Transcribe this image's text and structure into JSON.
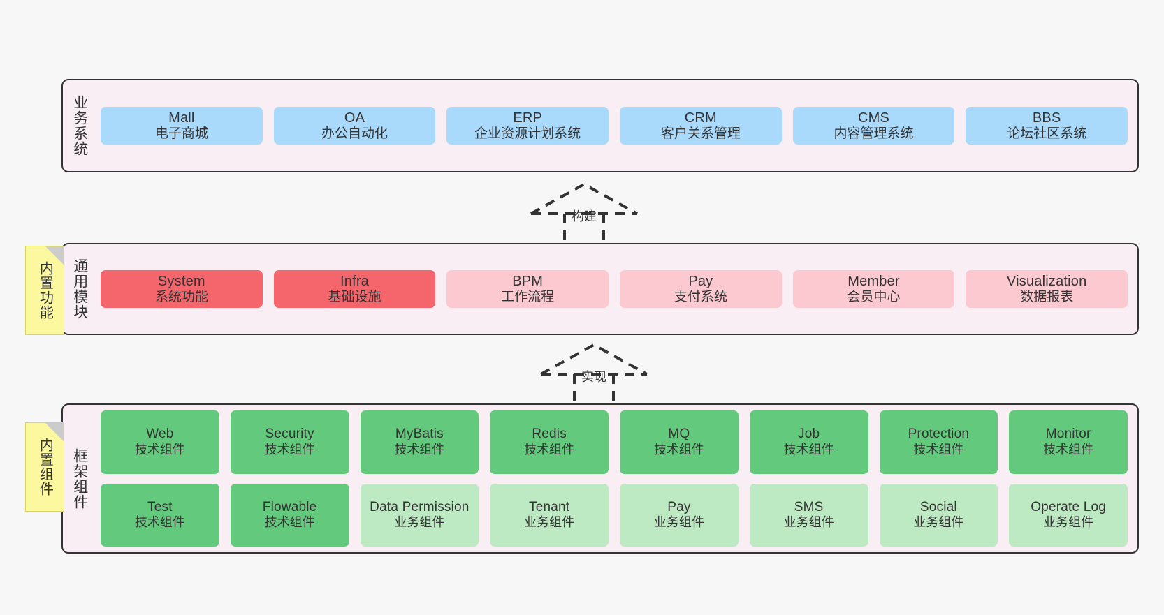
{
  "diagram": {
    "background_color": "#f7f7f7",
    "layer_background_color": "#faeef5",
    "layer_border_color": "#333333"
  },
  "notes": [
    {
      "name": "builtin-functions",
      "label": "内置功能",
      "color": "#fbf8a0"
    },
    {
      "name": "builtin-components",
      "label": "内置组件",
      "color": "#fbf8a0"
    }
  ],
  "connectors": [
    {
      "name": "build",
      "label": "构建",
      "style": "dashed-generalization"
    },
    {
      "name": "implement",
      "label": "实现",
      "style": "dashed-generalization"
    }
  ],
  "layers": [
    {
      "id": "business",
      "title": "业务系统",
      "rows": [
        {
          "cards": [
            {
              "en": "Mall",
              "cn": "电子商城",
              "color": "#a9d9fb",
              "variant": "c-blue"
            },
            {
              "en": "OA",
              "cn": "办公自动化",
              "color": "#a9d9fb",
              "variant": "c-blue"
            },
            {
              "en": "ERP",
              "cn": "企业资源计划系统",
              "color": "#a9d9fb",
              "variant": "c-blue"
            },
            {
              "en": "CRM",
              "cn": "客户关系管理",
              "color": "#a9d9fb",
              "variant": "c-blue"
            },
            {
              "en": "CMS",
              "cn": "内容管理系统",
              "color": "#a9d9fb",
              "variant": "c-blue"
            },
            {
              "en": "BBS",
              "cn": "论坛社区系统",
              "color": "#a9d9fb",
              "variant": "c-blue"
            }
          ]
        }
      ]
    },
    {
      "id": "common",
      "title": "通用模块",
      "rows": [
        {
          "cards": [
            {
              "en": "System",
              "cn": "系统功能",
              "color": "#f4666c",
              "variant": "c-red"
            },
            {
              "en": "Infra",
              "cn": "基础设施",
              "color": "#f4666c",
              "variant": "c-red"
            },
            {
              "en": "BPM",
              "cn": "工作流程",
              "color": "#fcc9d1",
              "variant": "c-pink"
            },
            {
              "en": "Pay",
              "cn": "支付系统",
              "color": "#fcc9d1",
              "variant": "c-pink"
            },
            {
              "en": "Member",
              "cn": "会员中心",
              "color": "#fcc9d1",
              "variant": "c-pink"
            },
            {
              "en": "Visualization",
              "cn": "数据报表",
              "color": "#fcc9d1",
              "variant": "c-pink"
            }
          ]
        }
      ]
    },
    {
      "id": "framework",
      "title": "框架组件",
      "rows": [
        {
          "cards": [
            {
              "en": "Web",
              "cn": "技术组件",
              "color": "#63c97c",
              "variant": "c-green"
            },
            {
              "en": "Security",
              "cn": "技术组件",
              "color": "#63c97c",
              "variant": "c-green"
            },
            {
              "en": "MyBatis",
              "cn": "技术组件",
              "color": "#63c97c",
              "variant": "c-green"
            },
            {
              "en": "Redis",
              "cn": "技术组件",
              "color": "#63c97c",
              "variant": "c-green"
            },
            {
              "en": "MQ",
              "cn": "技术组件",
              "color": "#63c97c",
              "variant": "c-green"
            },
            {
              "en": "Job",
              "cn": "技术组件",
              "color": "#63c97c",
              "variant": "c-green"
            },
            {
              "en": "Protection",
              "cn": "技术组件",
              "color": "#63c97c",
              "variant": "c-green"
            },
            {
              "en": "Monitor",
              "cn": "技术组件",
              "color": "#63c97c",
              "variant": "c-green"
            }
          ]
        },
        {
          "cards": [
            {
              "en": "Test",
              "cn": "技术组件",
              "color": "#63c97c",
              "variant": "c-green"
            },
            {
              "en": "Flowable",
              "cn": "技术组件",
              "color": "#63c97c",
              "variant": "c-green"
            },
            {
              "en": "Data Permission",
              "cn": "业务组件",
              "color": "#bde9c3",
              "variant": "c-lightgreen"
            },
            {
              "en": "Tenant",
              "cn": "业务组件",
              "color": "#bde9c3",
              "variant": "c-lightgreen"
            },
            {
              "en": "Pay",
              "cn": "业务组件",
              "color": "#bde9c3",
              "variant": "c-lightgreen"
            },
            {
              "en": "SMS",
              "cn": "业务组件",
              "color": "#bde9c3",
              "variant": "c-lightgreen"
            },
            {
              "en": "Social",
              "cn": "业务组件",
              "color": "#bde9c3",
              "variant": "c-lightgreen"
            },
            {
              "en": "Operate Log",
              "cn": "业务组件",
              "color": "#bde9c3",
              "variant": "c-lightgreen"
            }
          ]
        }
      ]
    }
  ]
}
